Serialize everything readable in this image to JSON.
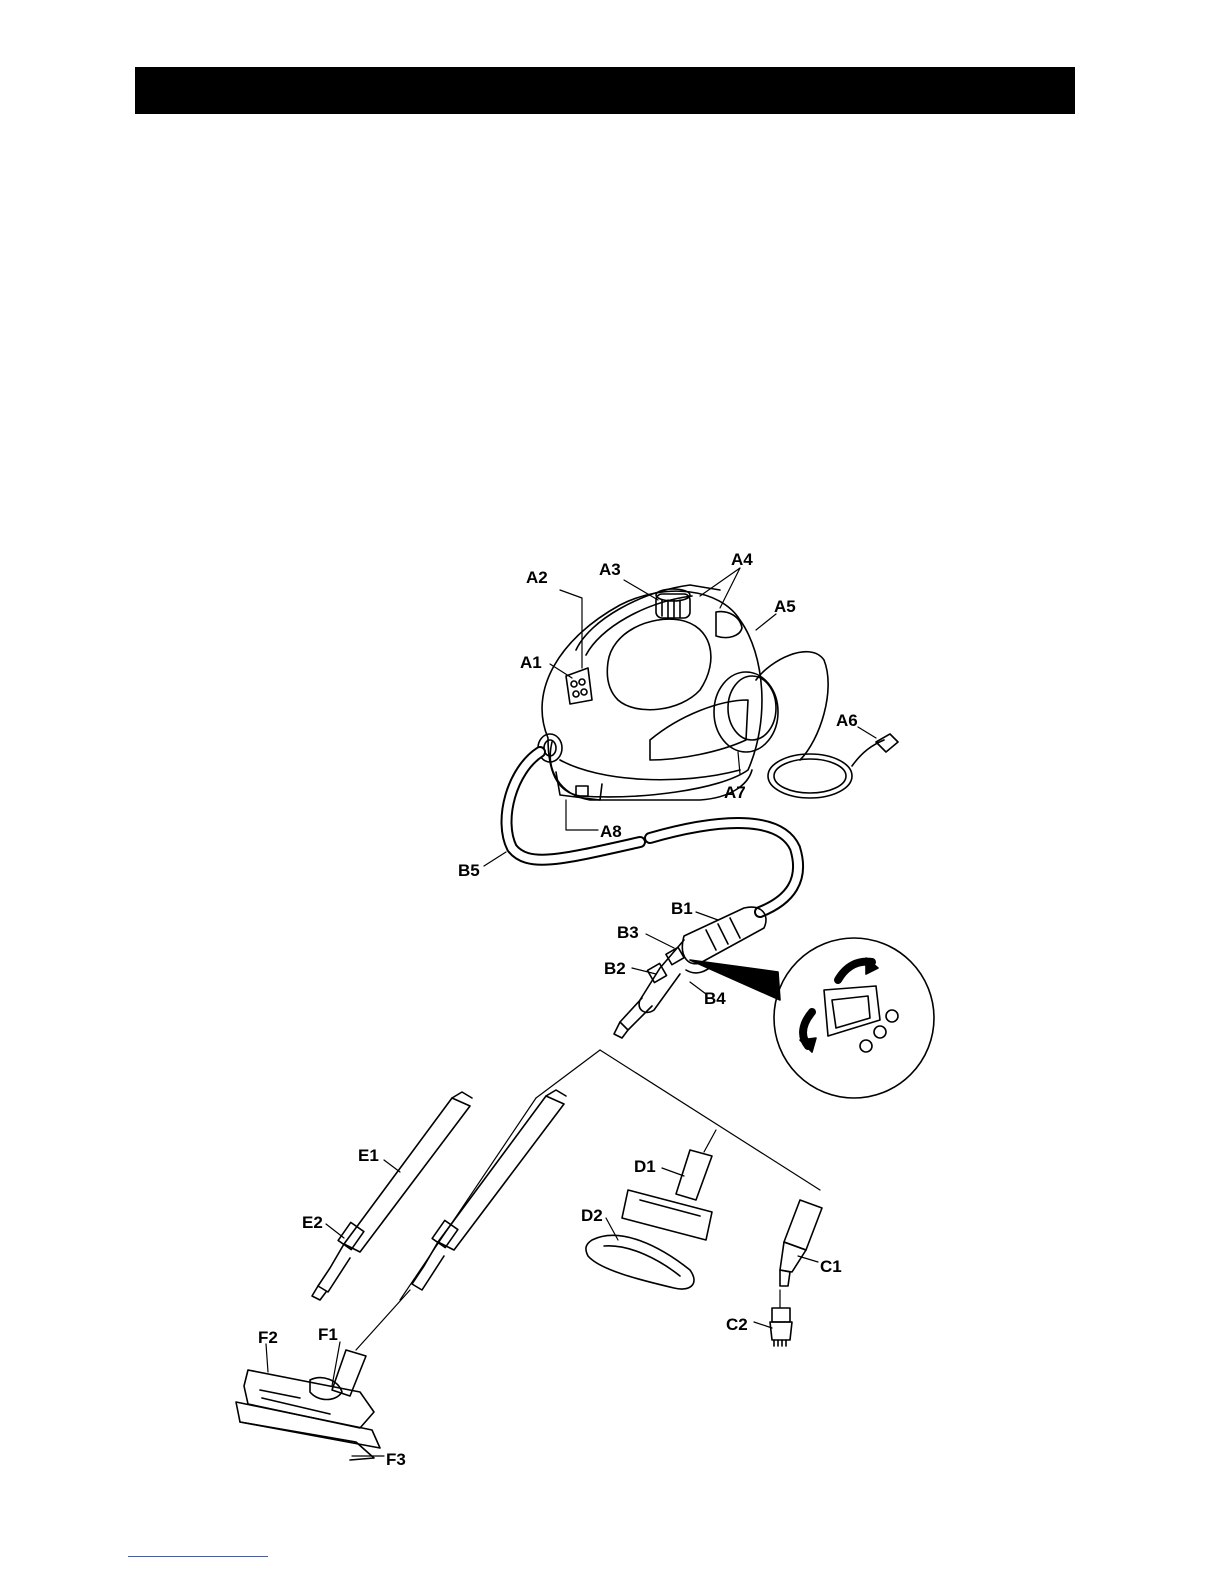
{
  "page": {
    "header_bar_color": "#000000",
    "footer_link_color": "#3b5bd6"
  },
  "diagram": {
    "labels": {
      "A1": "A1",
      "A2": "A2",
      "A3": "A3",
      "A4": "A4",
      "A5": "A5",
      "A6": "A6",
      "A7": "A7",
      "A8": "A8",
      "B1": "B1",
      "B2": "B2",
      "B3": "B3",
      "B4": "B4",
      "B5": "B5",
      "C1": "C1",
      "C2": "C2",
      "D1": "D1",
      "D2": "D2",
      "E1": "E1",
      "E2": "E2",
      "F1": "F1",
      "F2": "F2",
      "F3": "F3"
    }
  }
}
